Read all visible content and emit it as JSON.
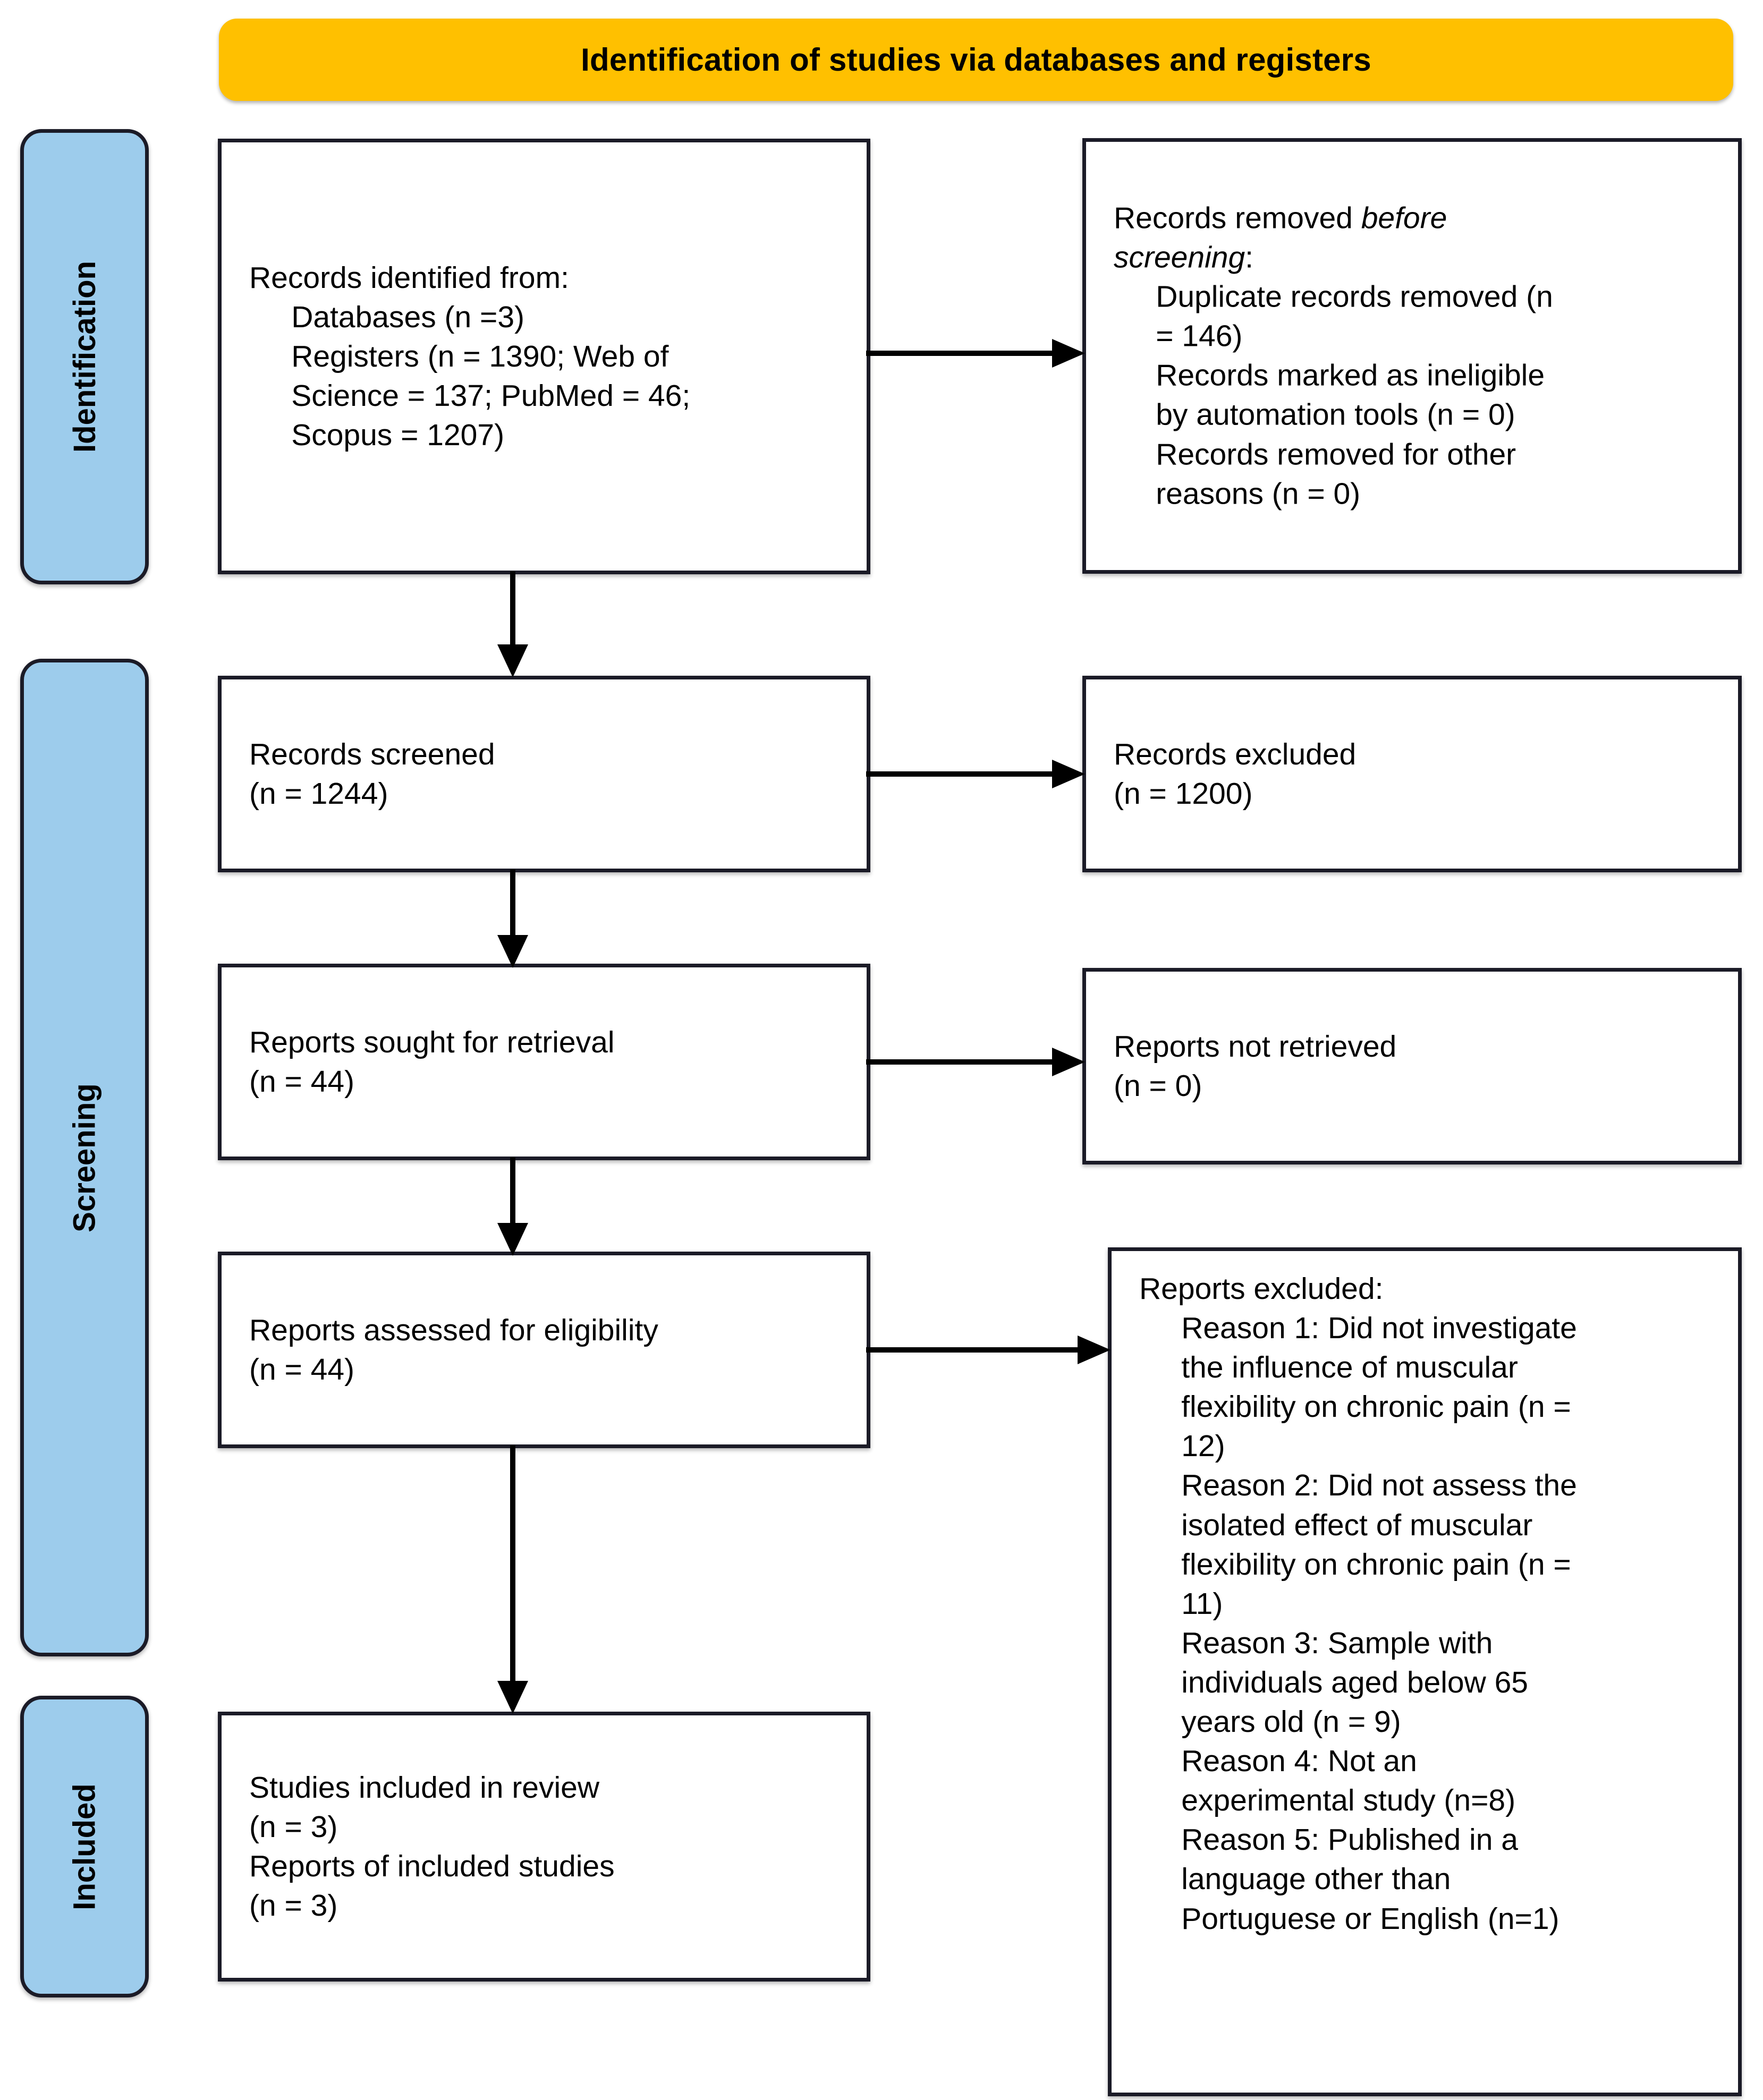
{
  "header": {
    "title": "Identification of studies via databases and registers",
    "background_color": "#FFC000"
  },
  "stages": {
    "accent_color": "#9DCCEC",
    "identification_label": "Identification",
    "screening_label": "Screening",
    "included_label": "Included"
  },
  "boxes": {
    "identified": {
      "text": "Records identified from:\n     Databases (n =3)\n     Registers (n = 1390; Web of\n     Science = 137; PubMed = 46;\n     Scopus = 1207)"
    },
    "removed_before_screening": {
      "line1_prefix": "Records removed ",
      "line1_italic": "before",
      "line2_italic": "screening",
      "line2_suffix": ":",
      "body": "     Duplicate records removed (n\n     = 146)\n     Records marked as ineligible\n     by automation tools (n = 0)\n     Records removed for other\n     reasons (n = 0)"
    },
    "records_screened": {
      "text": "Records screened\n(n = 1244)"
    },
    "records_excluded": {
      "text": "Records excluded\n(n = 1200)"
    },
    "reports_sought": {
      "text": "Reports sought for retrieval\n(n = 44)"
    },
    "reports_not_retrieved": {
      "text": "Reports not retrieved\n(n = 0)"
    },
    "reports_assessed": {
      "text": "Reports assessed for eligibility\n(n = 44)"
    },
    "reports_excluded": {
      "text": "Reports excluded:\n     Reason 1: Did not investigate\n     the influence of muscular\n     flexibility on chronic pain (n =\n     12)\n     Reason 2: Did not assess the\n     isolated effect of muscular\n     flexibility on chronic pain (n =\n     11)\n     Reason 3: Sample with\n     individuals aged below 65\n     years old (n = 9)\n     Reason 4: Not an\n     experimental study (n=8)\n     Reason 5: Published in a\n     language other than\n     Portuguese or English (n=1)"
    },
    "studies_included": {
      "text": "Studies included in review\n(n = 3)\nReports of included studies\n(n = 3)"
    }
  },
  "counts": {
    "databases": 3,
    "registers_total": 1390,
    "web_of_science": 137,
    "pubmed": 46,
    "scopus": 1207,
    "duplicates_removed": 146,
    "ineligible_by_automation": 0,
    "removed_other_reasons": 0,
    "records_screened": 1244,
    "records_excluded": 1200,
    "reports_sought": 44,
    "reports_not_retrieved": 0,
    "reports_assessed": 44,
    "reason_1": 12,
    "reason_2": 11,
    "reason_3": 9,
    "reason_4": 8,
    "reason_5": 1,
    "studies_included": 3,
    "reports_of_included_studies": 3
  }
}
